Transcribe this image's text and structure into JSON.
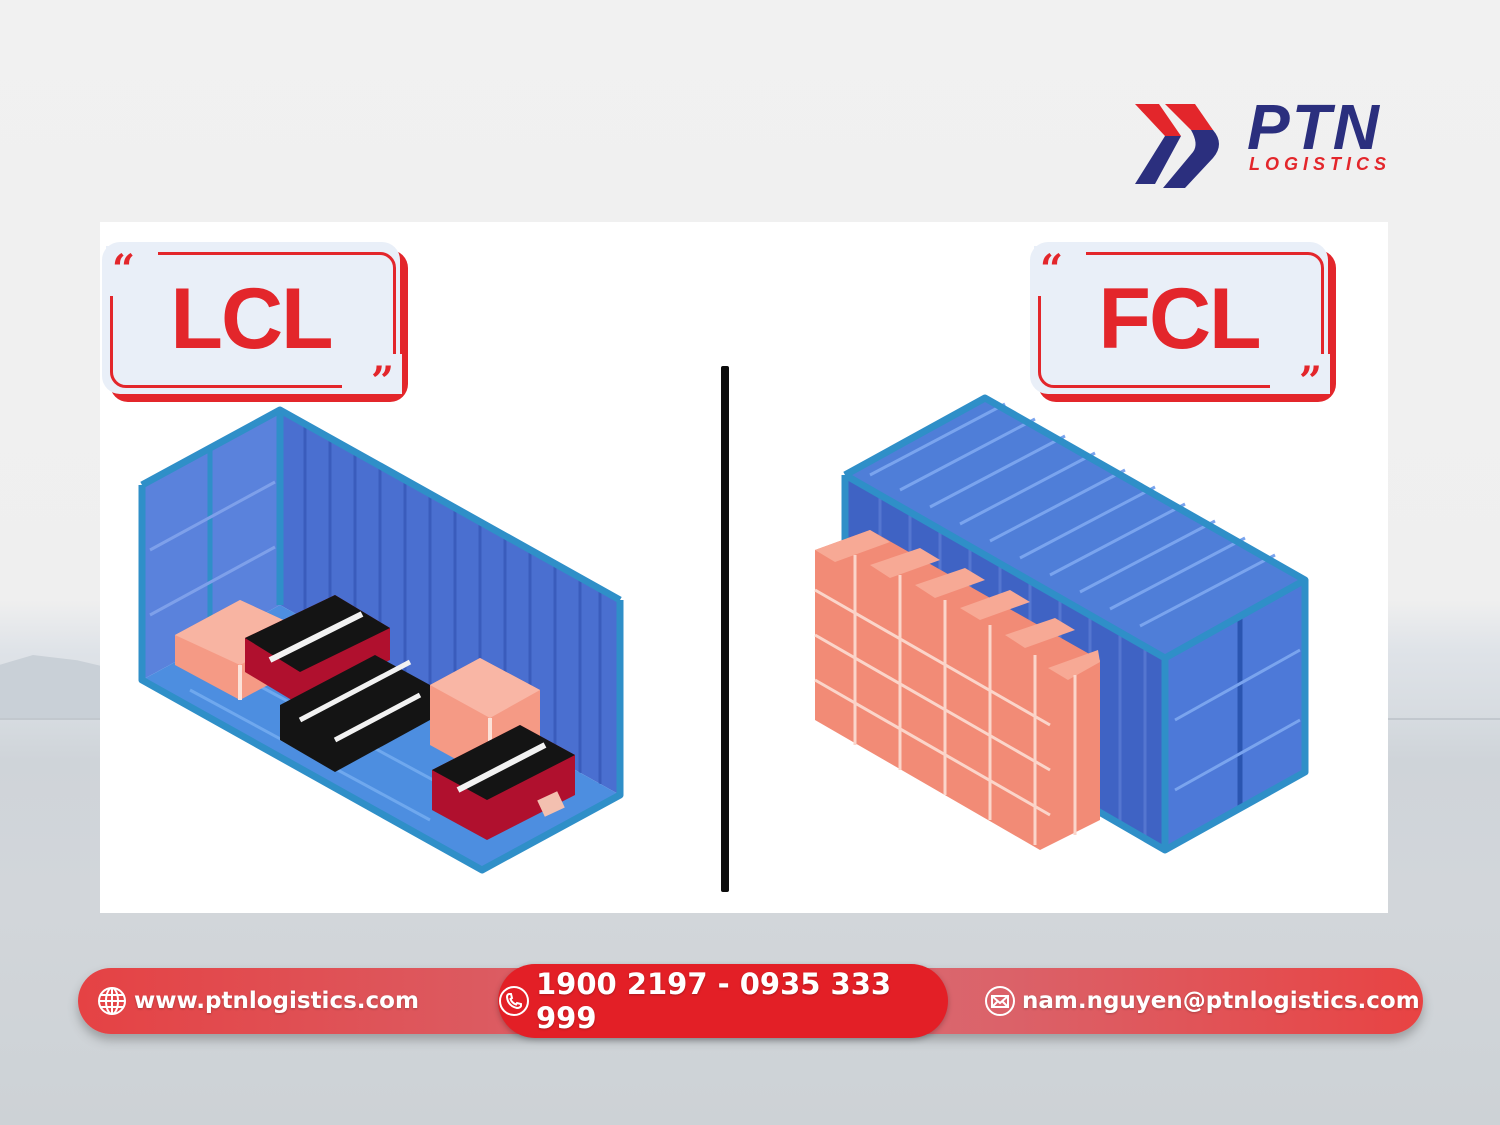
{
  "brand": {
    "name": "PTN",
    "subtitle": "LOGISTICS",
    "colors": {
      "navy": "#2b2f7e",
      "red": "#e3262b"
    },
    "icon": "double-chevron-logo-icon"
  },
  "comparison": {
    "left": {
      "label": "LCL",
      "quote_open": "“",
      "quote_close": "”",
      "illustration": "open-container-with-mixed-cargo"
    },
    "right": {
      "label": "FCL",
      "quote_open": "“",
      "quote_close": "”",
      "illustration": "closed-container-with-full-stacked-boxes"
    },
    "divider": "vertical-divider"
  },
  "contact": {
    "website": {
      "icon": "globe-icon",
      "text": "www.ptnlogistics.com"
    },
    "phone": {
      "icon": "phone-icon",
      "text": "1900 2197 - 0935 333 999"
    },
    "email": {
      "icon": "mail-icon",
      "text": "nam.nguyen@ptnlogistics.com"
    }
  },
  "colors": {
    "accent_red": "#e3262b",
    "container_blue": "#4a74d4",
    "container_frame": "#2f8fc8",
    "box_salmon": "#f4907a",
    "box_crimson": "#b0102e",
    "box_black": "#141414"
  }
}
